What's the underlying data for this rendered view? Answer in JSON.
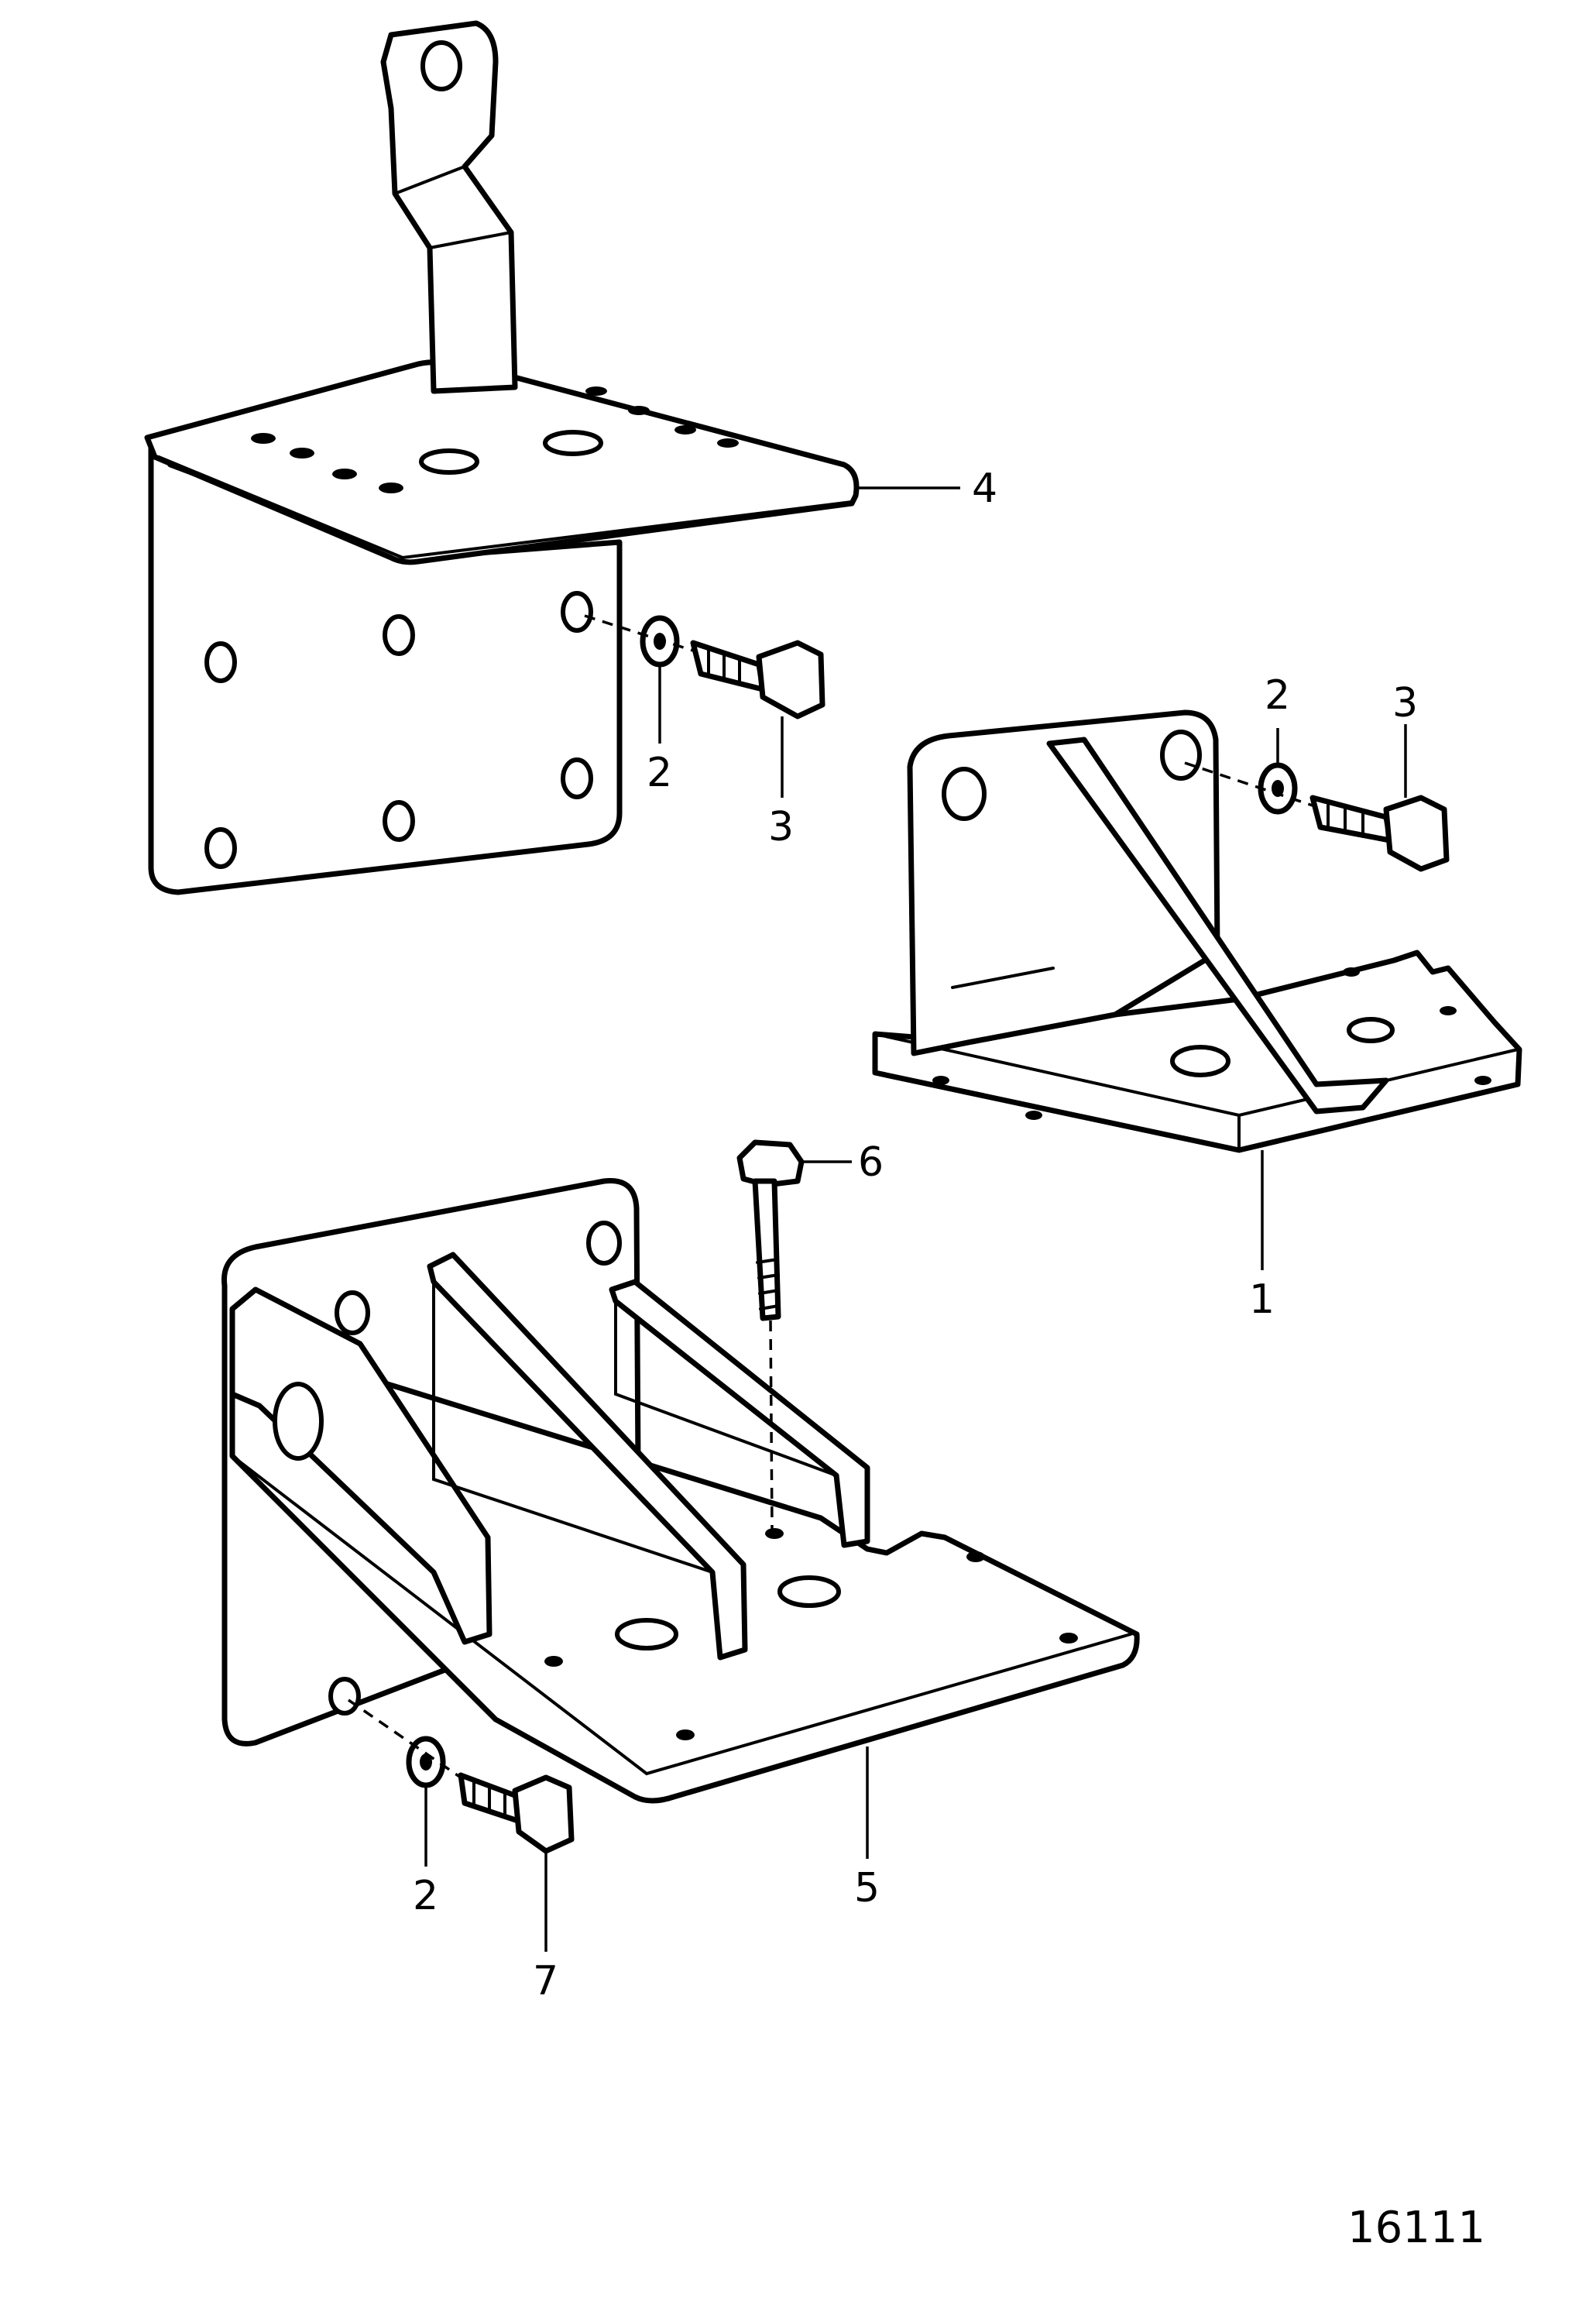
{
  "figure_number": "16111",
  "callouts": {
    "c1": "1",
    "c2a": "2",
    "c2b": "2",
    "c2c": "2",
    "c3a": "3",
    "c3b": "3",
    "c4": "4",
    "c5": "5",
    "c6": "6",
    "c7": "7"
  }
}
